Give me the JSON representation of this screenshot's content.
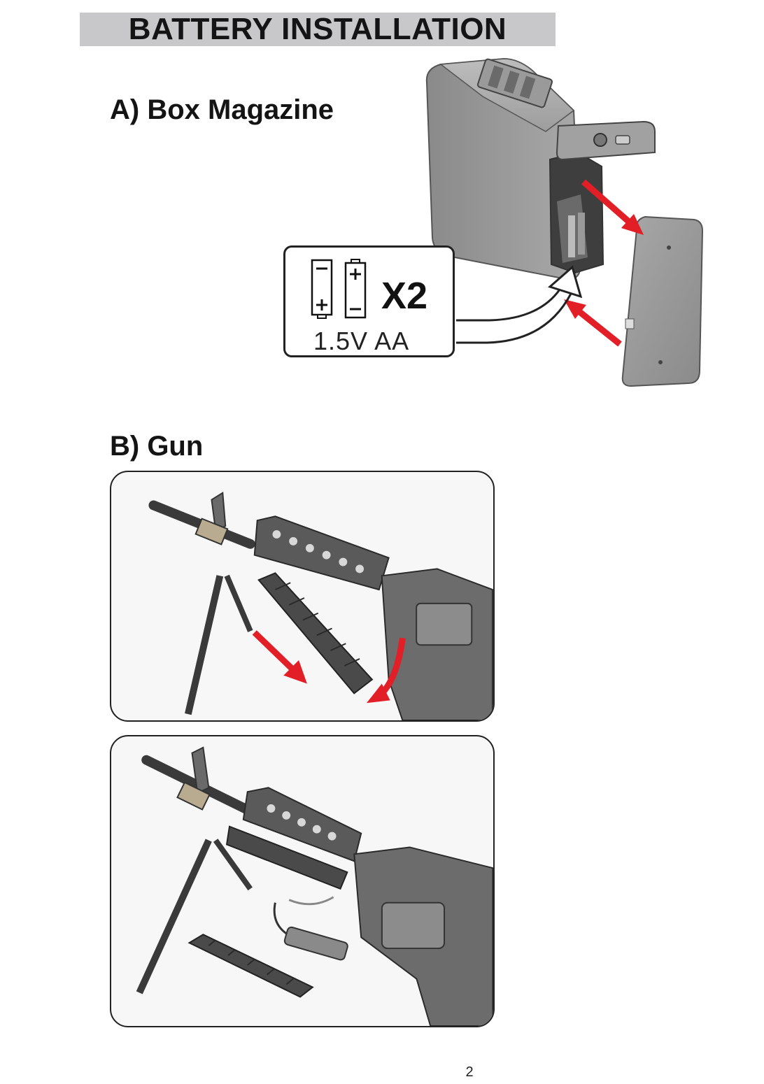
{
  "title": "BATTERY INSTALLATION",
  "sections": {
    "box_magazine": {
      "heading": "A) Box Magazine"
    },
    "gun": {
      "heading": "B) Gun"
    }
  },
  "battery_callout": {
    "quantity": "X2",
    "spec": "1.5V AA"
  },
  "page_number": "2",
  "colors": {
    "title_bar": "#c8c8ca",
    "arrow_red": "#e21e26",
    "metal_gray": "#8f8f8f",
    "dark_gray": "#4a4a4a"
  },
  "icons": [
    "battery-icon",
    "battery-icon",
    "red-arrow-icon",
    "callout-arrow-icon"
  ]
}
